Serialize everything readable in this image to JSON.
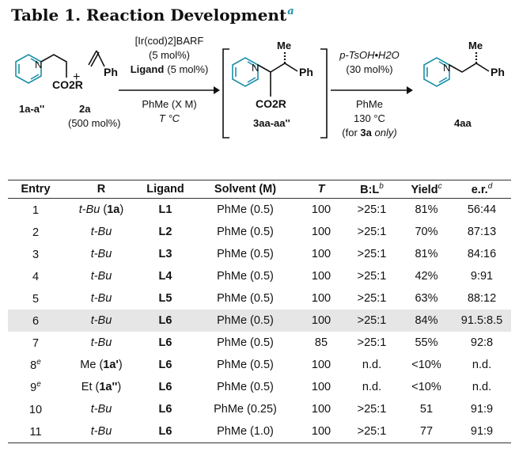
{
  "title": "Table 1. Reaction Development",
  "title_note": "a",
  "scheme": {
    "catalyst": "[Ir(cod)2]BARF",
    "catalyst_loading": "(5 mol%)",
    "ligand_label": "Ligand",
    "ligand_loading": "(5 mol%)",
    "solvent1": "PhMe (X M)",
    "temp1": "T °C",
    "acid": "p-TsOH•H2O",
    "acid_loading": "(30 mol%)",
    "solvent2": "PhMe",
    "temp2": "130 °C",
    "note_prefix": "(for ",
    "note_compound": "3a",
    "note_suffix": " only)",
    "compound1": "1a-a''",
    "compound2": "2a",
    "compound2_loading": "(500 mol%)",
    "compound3": "3aa-aa''",
    "compound4": "4aa",
    "plus": "+",
    "atom_N": "N",
    "group_CO2R": "CO2R",
    "group_Ph": "Ph",
    "group_Me": "Me"
  },
  "table": {
    "headers": [
      {
        "text": "Entry",
        "sup": ""
      },
      {
        "text": "R",
        "sup": ""
      },
      {
        "text": "Ligand",
        "sup": ""
      },
      {
        "text": "Solvent (M)",
        "sup": ""
      },
      {
        "text": "T",
        "sup": ""
      },
      {
        "text": "B:L",
        "sup": "b"
      },
      {
        "text": "Yield",
        "sup": "c"
      },
      {
        "text": "e.r.",
        "sup": "d"
      }
    ],
    "rows": [
      {
        "entry": "1",
        "entry_sup": "",
        "r": "t-Bu",
        "r_compound": "1a",
        "ligand": "L1",
        "solvent": "PhMe (0.5)",
        "t": "100",
        "bl": ">25:1",
        "yield": "81%",
        "er": "56:44",
        "highlight": false
      },
      {
        "entry": "2",
        "entry_sup": "",
        "r": "t-Bu",
        "r_compound": "",
        "ligand": "L2",
        "solvent": "PhMe (0.5)",
        "t": "100",
        "bl": ">25:1",
        "yield": "70%",
        "er": "87:13",
        "highlight": false
      },
      {
        "entry": "3",
        "entry_sup": "",
        "r": "t-Bu",
        "r_compound": "",
        "ligand": "L3",
        "solvent": "PhMe (0.5)",
        "t": "100",
        "bl": ">25:1",
        "yield": "81%",
        "er": "84:16",
        "highlight": false
      },
      {
        "entry": "4",
        "entry_sup": "",
        "r": "t-Bu",
        "r_compound": "",
        "ligand": "L4",
        "solvent": "PhMe (0.5)",
        "t": "100",
        "bl": ">25:1",
        "yield": "42%",
        "er": "9:91",
        "highlight": false
      },
      {
        "entry": "5",
        "entry_sup": "",
        "r": "t-Bu",
        "r_compound": "",
        "ligand": "L5",
        "solvent": "PhMe (0.5)",
        "t": "100",
        "bl": ">25:1",
        "yield": "63%",
        "er": "88:12",
        "highlight": false
      },
      {
        "entry": "6",
        "entry_sup": "",
        "r": "t-Bu",
        "r_compound": "",
        "ligand": "L6",
        "solvent": "PhMe (0.5)",
        "t": "100",
        "bl": ">25:1",
        "yield": "84%",
        "er": "91.5:8.5",
        "highlight": true
      },
      {
        "entry": "7",
        "entry_sup": "",
        "r": "t-Bu",
        "r_compound": "",
        "ligand": "L6",
        "solvent": "PhMe (0.5)",
        "t": "85",
        "bl": ">25:1",
        "yield": "55%",
        "er": "92:8",
        "highlight": false
      },
      {
        "entry": "8",
        "entry_sup": "e",
        "r": "Me",
        "r_compound": "1a'",
        "ligand": "L6",
        "solvent": "PhMe (0.5)",
        "t": "100",
        "bl": "n.d.",
        "yield": "<10%",
        "er": "n.d.",
        "highlight": false
      },
      {
        "entry": "9",
        "entry_sup": "e",
        "r": "Et",
        "r_compound": "1a''",
        "ligand": "L6",
        "solvent": "PhMe (0.5)",
        "t": "100",
        "bl": "n.d.",
        "yield": "<10%",
        "er": "n.d.",
        "highlight": false
      },
      {
        "entry": "10",
        "entry_sup": "",
        "r": "t-Bu",
        "r_compound": "",
        "ligand": "L6",
        "solvent": "PhMe (0.25)",
        "t": "100",
        "bl": ">25:1",
        "yield": "51",
        "er": "91:9",
        "highlight": false
      },
      {
        "entry": "11",
        "entry_sup": "",
        "r": "t-Bu",
        "r_compound": "",
        "ligand": "L6",
        "solvent": "PhMe (1.0)",
        "t": "100",
        "bl": ">25:1",
        "yield": "77",
        "er": "91:9",
        "highlight": false
      }
    ]
  },
  "colors": {
    "accent": "#1a8fa8",
    "highlight_row": "#e6e6e6",
    "text": "#111111"
  }
}
